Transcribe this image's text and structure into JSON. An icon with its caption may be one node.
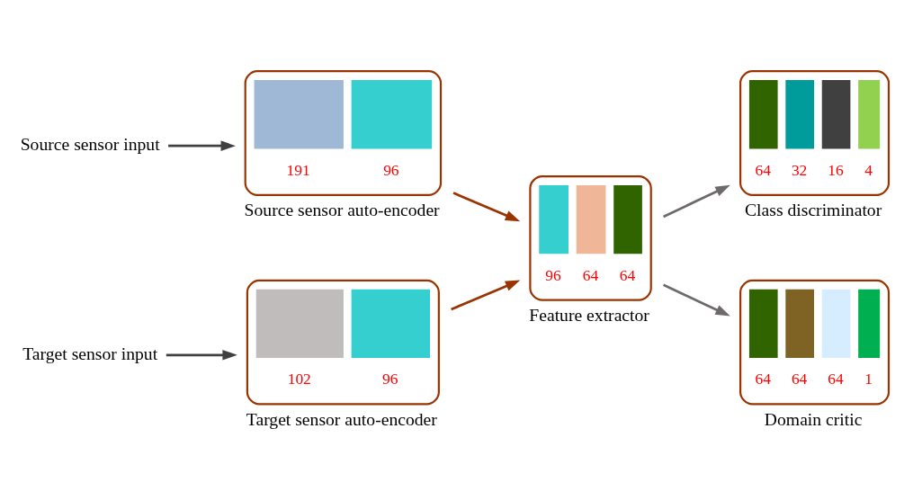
{
  "diagram": {
    "nodes": [
      {
        "text": [
          "Source sensor input"
        ]
      },
      {
        "text": [
          "191",
          "96"
        ],
        "beside": [
          "Source sensor auto-encoder"
        ]
      },
      {
        "text": [
          "Target sensor input"
        ]
      },
      {
        "text": [
          "102",
          "96"
        ],
        "beside": [
          "Target sensor auto-encoder"
        ]
      },
      {
        "text": [
          "96",
          "64",
          "64"
        ],
        "beside": [
          "Feature extractor"
        ]
      },
      {
        "text": [
          "64",
          "32",
          "16",
          "4"
        ],
        "beside": [
          "Class discriminator"
        ]
      },
      {
        "text": [
          "64",
          "64",
          "64",
          "1"
        ],
        "beside": [
          "Domain critic"
        ]
      }
    ],
    "edges": [
      {
        "from": 0,
        "to": 1,
        "arrow": "to",
        "color": "#404040"
      },
      {
        "from": 2,
        "to": 3,
        "arrow": "to",
        "color": "#404040"
      },
      {
        "from": 1,
        "to": 4,
        "arrow": "to",
        "color": "#993300"
      },
      {
        "from": 3,
        "to": 4,
        "arrow": "to",
        "color": "#993300"
      },
      {
        "from": 4,
        "to": 5,
        "arrow": "to",
        "color": "#6f6a6a"
      },
      {
        "from": 4,
        "to": 6,
        "arrow": "to",
        "color": "#6f6a6a"
      }
    ]
  }
}
